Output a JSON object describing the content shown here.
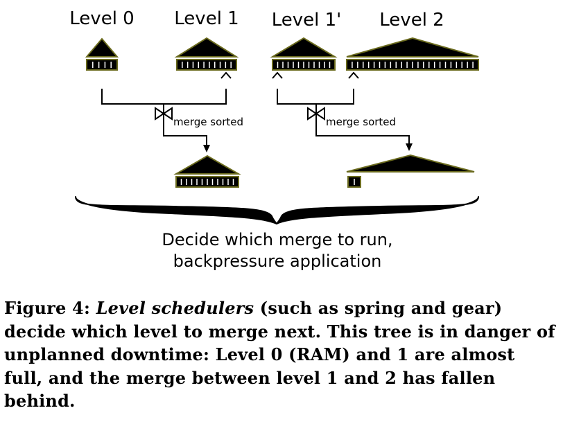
{
  "levels": [
    {
      "label": "Level 0"
    },
    {
      "label": "Level 1"
    },
    {
      "label": "Level 1'"
    },
    {
      "label": "Level 2"
    }
  ],
  "merges": [
    {
      "label": "merge sorted"
    },
    {
      "label": "merge sorted"
    }
  ],
  "scheduler": {
    "line1": "Decide which merge to run,",
    "line2": "backpressure application"
  },
  "caption": {
    "figure_label": "Figure 4:",
    "term": "Level schedulers",
    "text": " (such as spring and gear) decide which level to merge next.  This tree is in danger of unplanned downtime: Level 0 (RAM) and 1 are almost full, and the merge between level 1 and 2 has fallen behind."
  },
  "colors": {
    "tree_outline": "#6b6b1e",
    "tree_fill": "#000000",
    "line": "#000000"
  }
}
